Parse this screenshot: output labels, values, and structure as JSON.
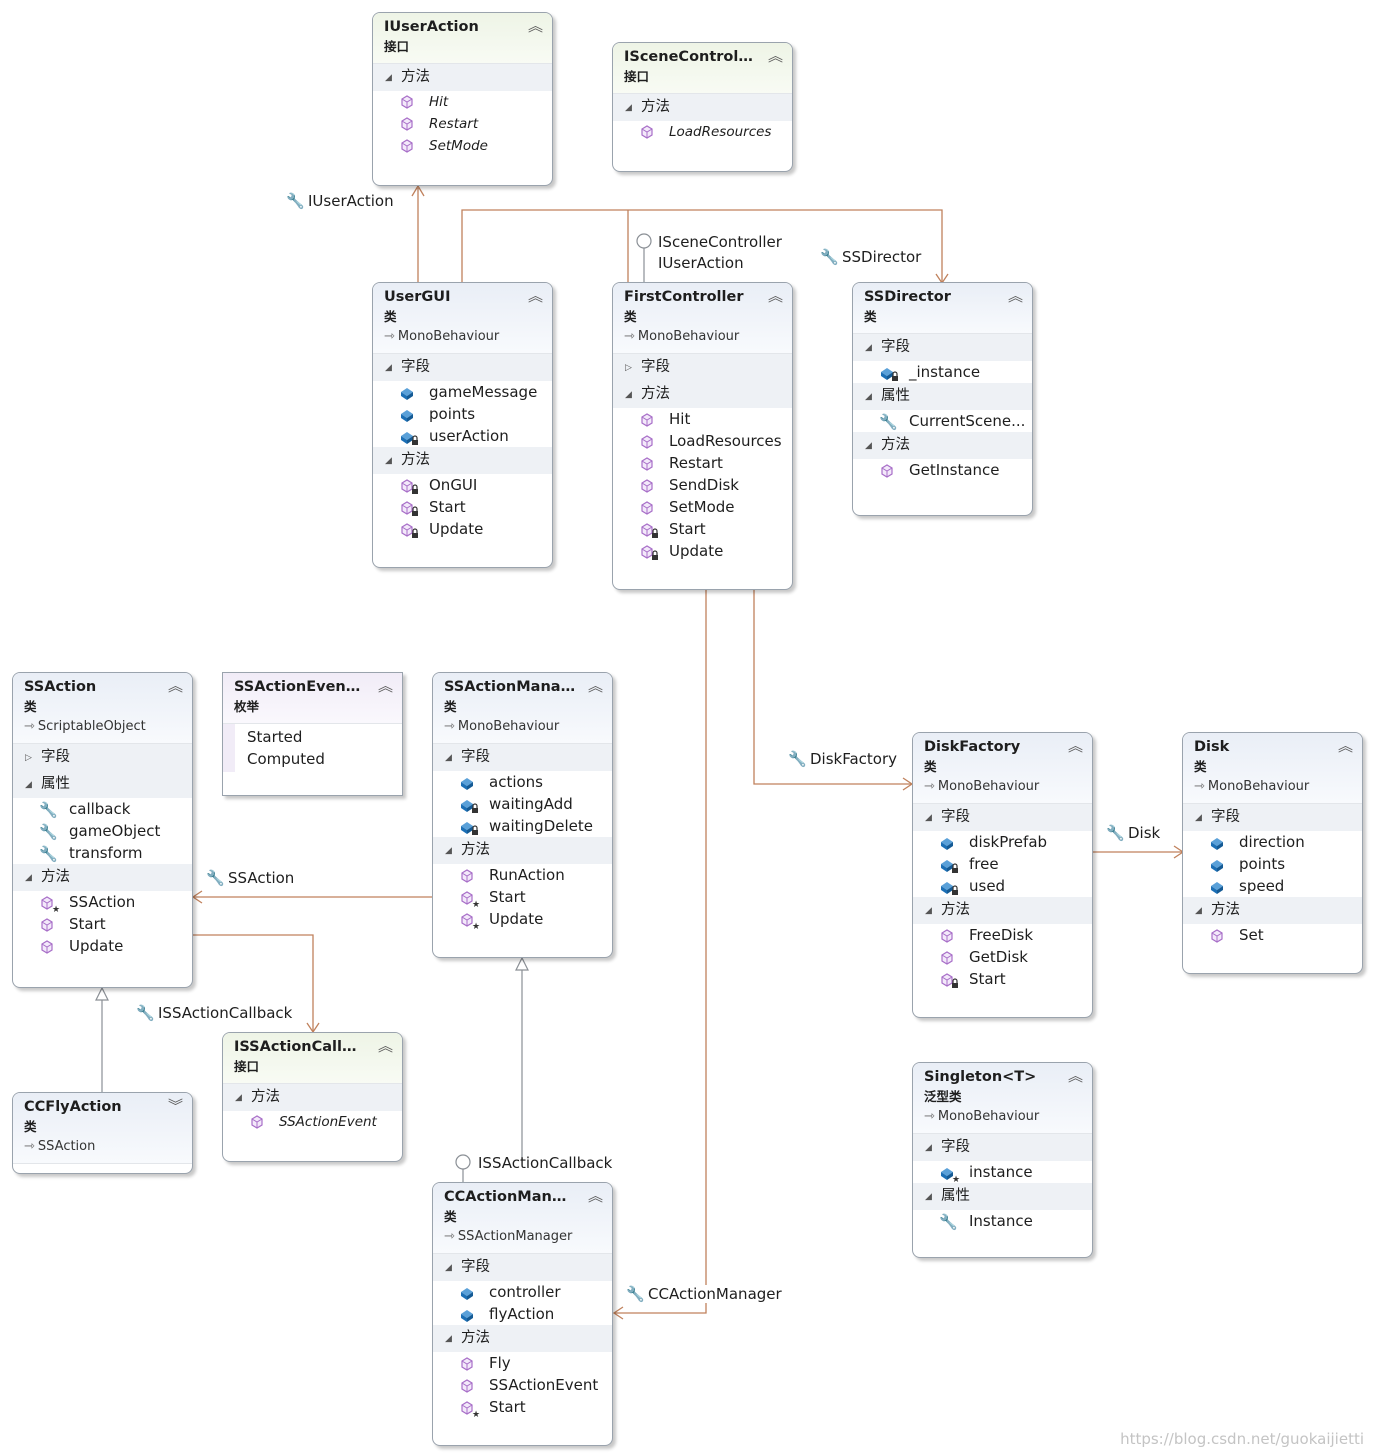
{
  "boxes": {
    "iuseraction": {
      "title": "IUserAction",
      "kind": "接口",
      "sec_methods": "方法",
      "methods": [
        "Hit",
        "Restart",
        "SetMode"
      ]
    },
    "iscenecontroller": {
      "title": "ISceneController",
      "kind": "接口",
      "sec_methods": "方法",
      "methods": [
        "LoadResources"
      ]
    },
    "usergui": {
      "title": "UserGUI",
      "kind": "类",
      "base": "MonoBehaviour",
      "sec_fields": "字段",
      "fields": [
        "gameMessage",
        "points",
        "userAction"
      ],
      "sec_methods": "方法",
      "methods": [
        "OnGUI",
        "Start",
        "Update"
      ]
    },
    "firstcontroller": {
      "title": "FirstController",
      "kind": "类",
      "base": "MonoBehaviour",
      "sec_fields": "字段",
      "sec_methods": "方法",
      "methods": [
        "Hit",
        "LoadResources",
        "Restart",
        "SendDisk",
        "SetMode",
        "Start",
        "Update"
      ]
    },
    "ssdirector": {
      "title": "SSDirector",
      "kind": "类",
      "sec_fields": "字段",
      "fields": [
        "_instance"
      ],
      "sec_props": "属性",
      "props": [
        "CurrentScene..."
      ],
      "sec_methods": "方法",
      "methods": [
        "GetInstance"
      ]
    },
    "ssaction": {
      "title": "SSAction",
      "kind": "类",
      "base": "ScriptableObject",
      "sec_fields": "字段",
      "sec_props": "属性",
      "props": [
        "callback",
        "gameObject",
        "transform"
      ],
      "sec_methods": "方法",
      "methods": [
        "SSAction",
        "Start",
        "Update"
      ]
    },
    "ssactioneventtype": {
      "title": "SSActionEvent...",
      "kind": "枚举",
      "values": [
        "Started",
        "Computed"
      ]
    },
    "ssactionmanager": {
      "title": "SSActionMana...",
      "kind": "类",
      "base": "MonoBehaviour",
      "sec_fields": "字段",
      "fields": [
        "actions",
        "waitingAdd",
        "waitingDelete"
      ],
      "sec_methods": "方法",
      "methods": [
        "RunAction",
        "Start",
        "Update"
      ]
    },
    "diskfactory": {
      "title": "DiskFactory",
      "kind": "类",
      "base": "MonoBehaviour",
      "sec_fields": "字段",
      "fields": [
        "diskPrefab",
        "free",
        "used"
      ],
      "sec_methods": "方法",
      "methods": [
        "FreeDisk",
        "GetDisk",
        "Start"
      ]
    },
    "disk": {
      "title": "Disk",
      "kind": "类",
      "base": "MonoBehaviour",
      "sec_fields": "字段",
      "fields": [
        "direction",
        "points",
        "speed"
      ],
      "sec_methods": "方法",
      "methods": [
        "Set"
      ]
    },
    "ccflyaction": {
      "title": "CCFlyAction",
      "kind": "类",
      "base": "SSAction"
    },
    "issactioncallback": {
      "title": "ISSActionCallb...",
      "kind": "接口",
      "sec_methods": "方法",
      "methods": [
        "SSActionEvent"
      ]
    },
    "ccactionmanager": {
      "title": "CCActionMana...",
      "kind": "类",
      "base": "SSActionManager",
      "sec_fields": "字段",
      "fields": [
        "controller",
        "flyAction"
      ],
      "sec_methods": "方法",
      "methods": [
        "Fly",
        "SSActionEvent",
        "Start"
      ]
    },
    "singleton": {
      "title": "Singleton<T>",
      "kind": "泛型类",
      "base": "MonoBehaviour",
      "sec_fields": "字段",
      "fields": [
        "instance"
      ],
      "sec_props": "属性",
      "props": [
        "Instance"
      ]
    }
  },
  "labels": {
    "iuseraction_assoc": "IUserAction",
    "lollipop_fc_1": "ISceneController",
    "lollipop_fc_2": "IUserAction",
    "ssdirector_assoc": "SSDirector",
    "diskfactory_assoc": "DiskFactory",
    "disk_assoc": "Disk",
    "ssaction_assoc": "SSAction",
    "callback_assoc": "ISSActionCallback",
    "lollipop_cc": "ISSActionCallback",
    "ccam_assoc": "CCActionManager"
  },
  "watermark": "https://blog.csdn.net/guokaijietti",
  "colors": {
    "line": "#c0815c",
    "border": "#9aa3ad",
    "field": "#1c6fb5",
    "method": "#a86fc8"
  }
}
